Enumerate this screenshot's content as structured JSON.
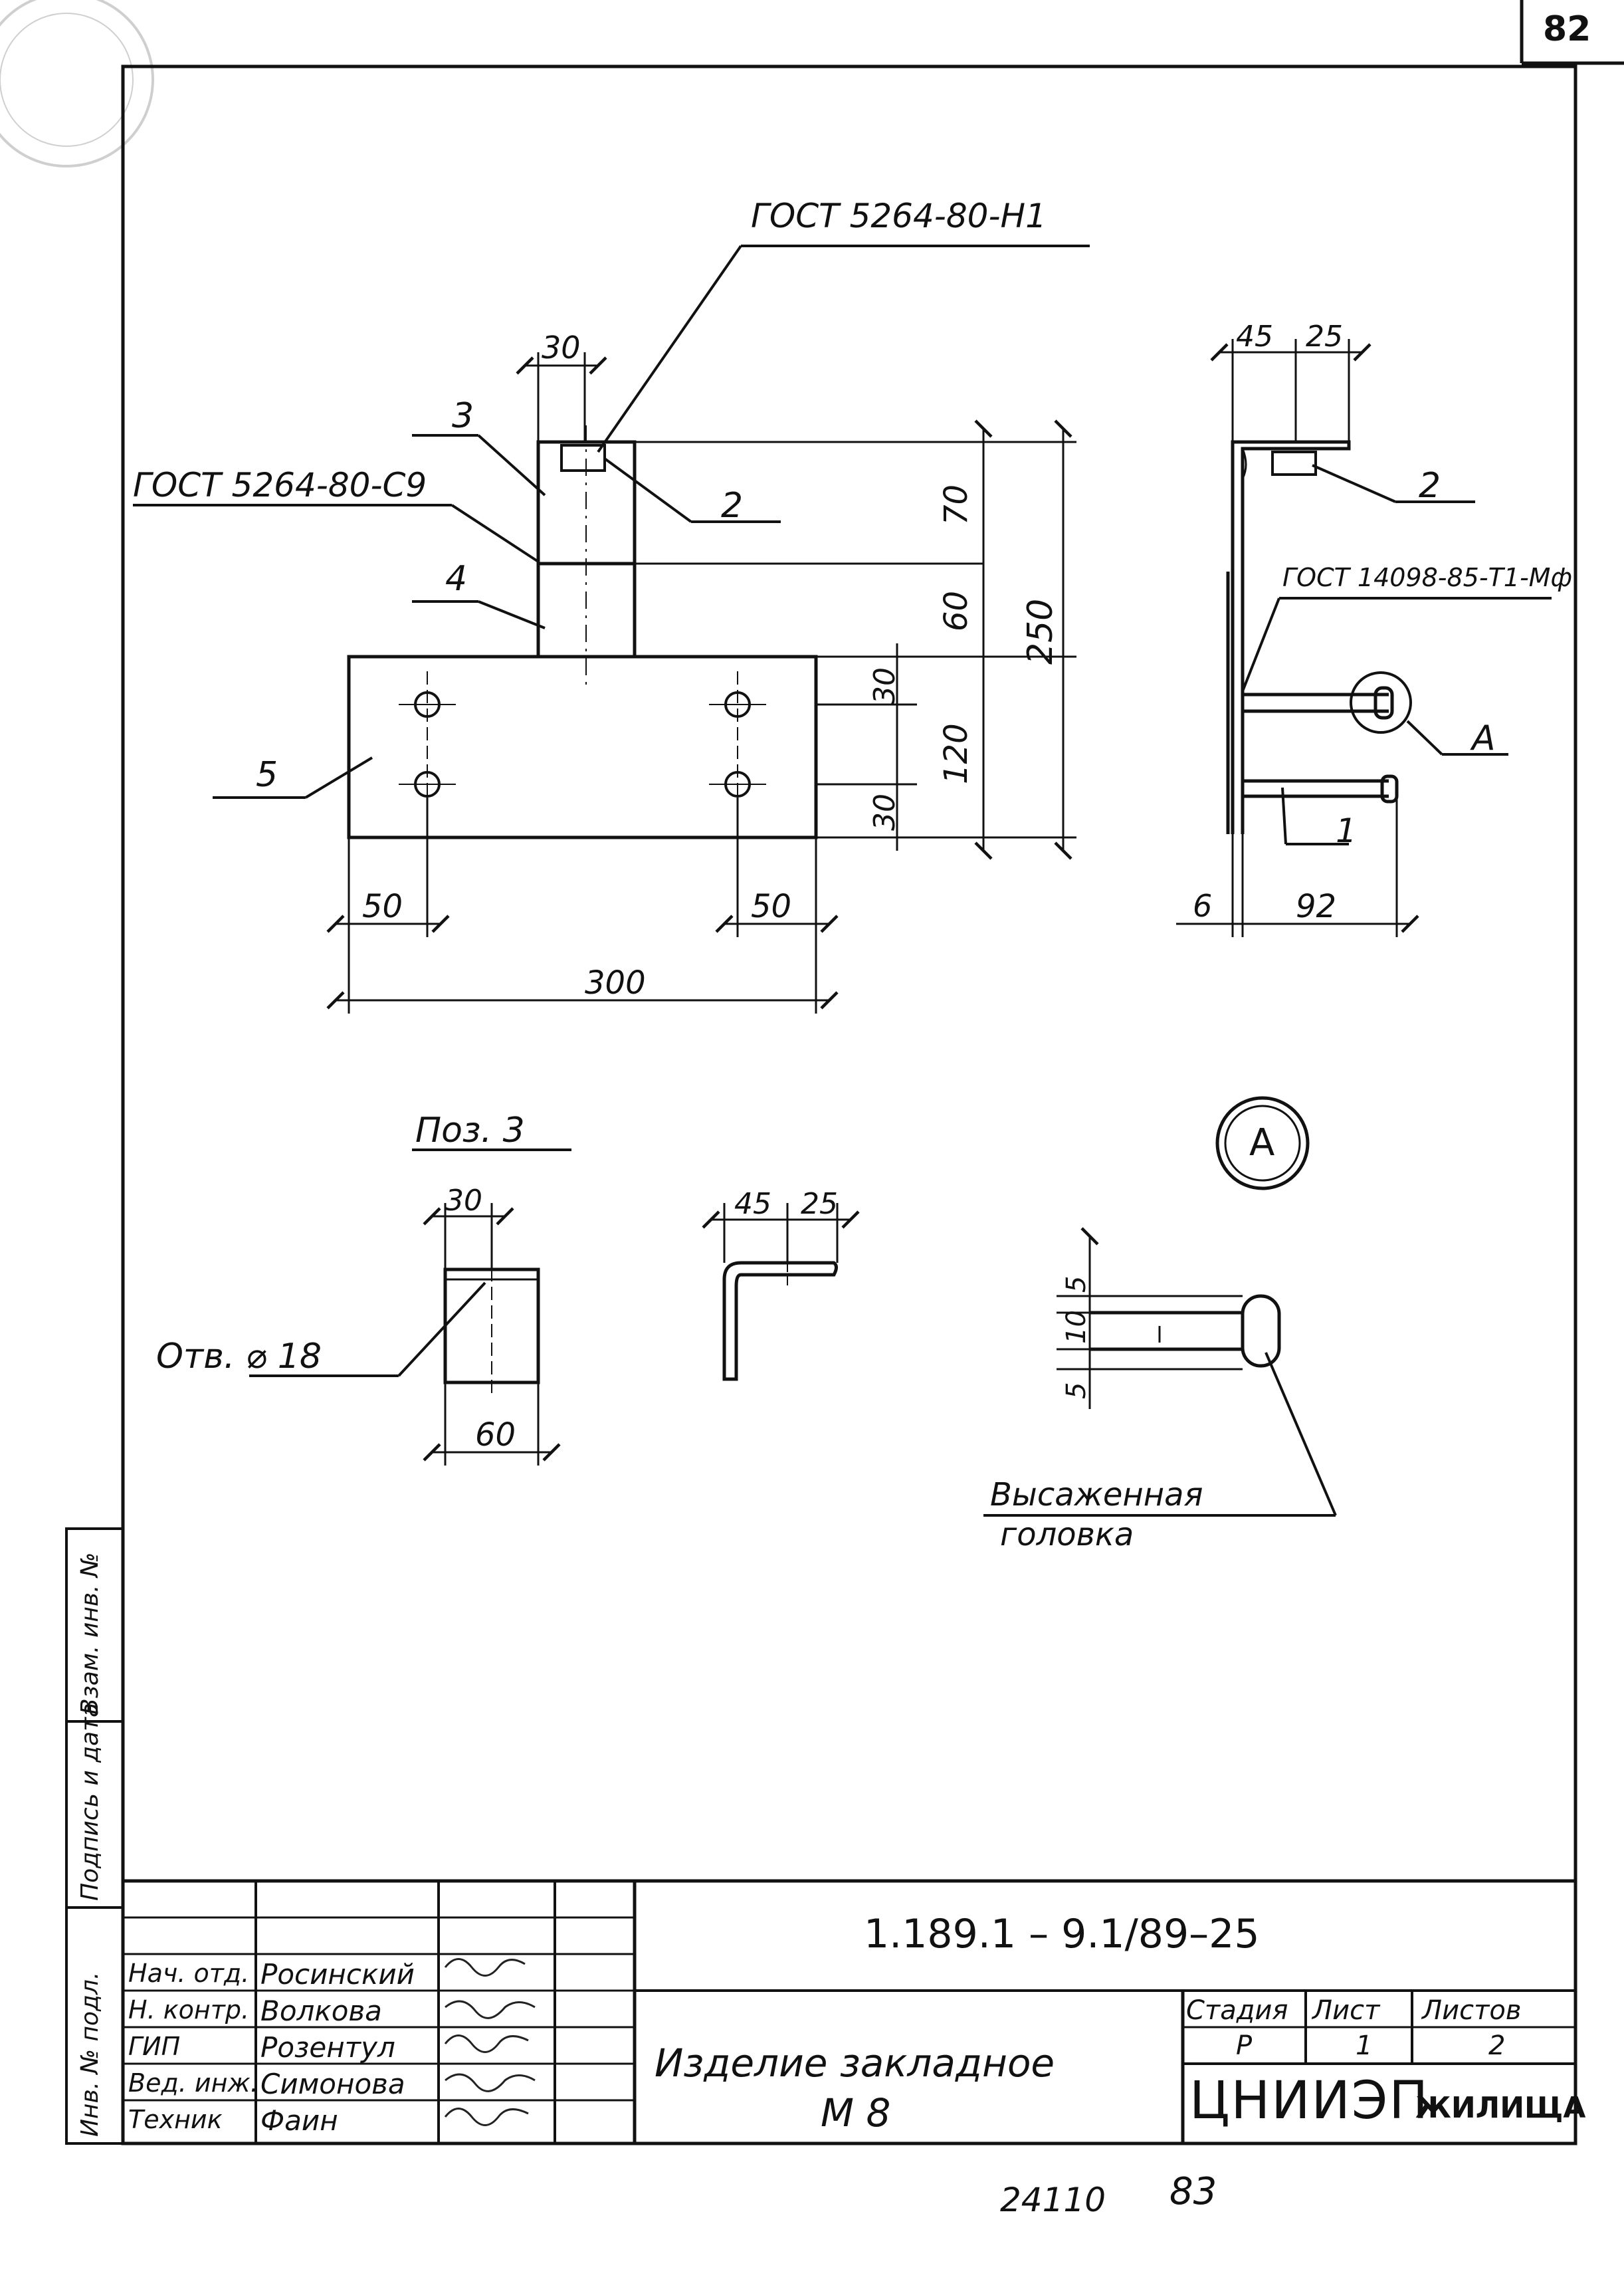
{
  "sheet_number": "82",
  "labels": {
    "gost_h1": "ГОСТ 5264-80-Н1",
    "gost_c9": "ГОСТ 5264-80-С9",
    "gost_14098": "ГОСТ 14098-85-Т1-Мф",
    "pos_1": "1",
    "pos_2": "2",
    "pos_2_side": "2",
    "pos_3": "3",
    "pos_4": "4",
    "pos_5": "5",
    "callout_a": "А",
    "callout_a_circle": "А",
    "pos3_title": "Поз. 3",
    "hole_label": "Отв. ⌀ 18",
    "upset_head_1": "Высаженная",
    "upset_head_2": "головка"
  },
  "dimensions": {
    "front_30": "30",
    "front_70": "70",
    "front_60": "60",
    "front_250": "250",
    "front_30a": "30",
    "front_120": "120",
    "front_30b": "30",
    "front_50_left": "50",
    "front_50_right": "50",
    "front_300": "300",
    "side_45": "45",
    "side_25": "25",
    "side_6": "6",
    "side_92": "92",
    "pos3_30": "30",
    "pos3_60": "60",
    "pos3_45": "45",
    "pos3_25": "25",
    "detail_5a": "5",
    "detail_10": "10",
    "detail_5b": "5"
  },
  "side_stamp": {
    "inv_vzam": "Взам. инв. №",
    "sign_date": "Подпись и дата",
    "inv_podl": "Инв. № подл."
  },
  "title_block": {
    "doc_code": "1.189.1 – 9.1/89–25",
    "title_line1": "Изделие закладное",
    "title_line2": "М 8",
    "stage_header": "Стадия",
    "sheet_header": "Лист",
    "sheets_header": "Листов",
    "stage": "Р",
    "sheet": "1",
    "sheets": "2",
    "org_main": "ЦНИИЭП",
    "org_sub": "ЖИЛИЩА",
    "rows": [
      {
        "role": "Нач. отд.",
        "name": "Росинский",
        "sign": "Вор"
      },
      {
        "role": "Н. контр.",
        "name": "Волкова",
        "sign": "Волкоф"
      },
      {
        "role": "ГИП",
        "name": "Розентул",
        "sign": "Фек"
      },
      {
        "role": "Вед. инж.",
        "name": "Симонова",
        "sign": "Сиг"
      },
      {
        "role": "Техник",
        "name": "Фаин",
        "sign": "Фаиц"
      }
    ]
  },
  "footer": {
    "archive_number": "24110",
    "page_number": "83"
  }
}
